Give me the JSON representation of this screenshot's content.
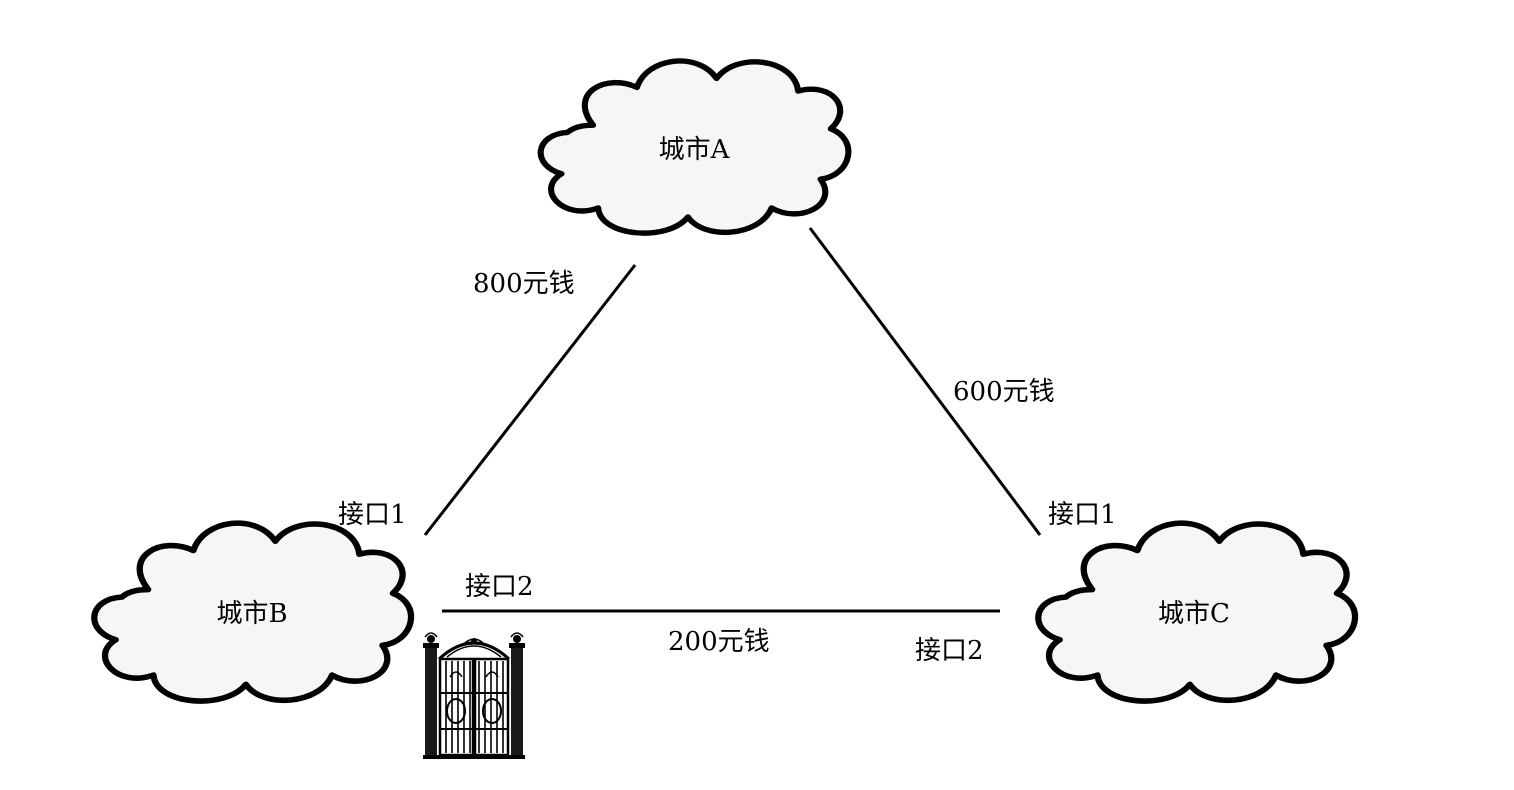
{
  "cities": {
    "a": {
      "label": "城市A"
    },
    "b": {
      "label": "城市B"
    },
    "c": {
      "label": "城市C"
    }
  },
  "links": {
    "ab": {
      "cost": "800元钱"
    },
    "ac": {
      "cost": "600元钱"
    },
    "bc": {
      "cost": "200元钱"
    }
  },
  "interfaces": {
    "b1": "接口1",
    "b2": "接口2",
    "c1": "接口1",
    "c2": "接口2"
  },
  "colors": {
    "stroke": "#000000",
    "cloud_fill": "#f6f6f6",
    "background": "#ffffff"
  },
  "icons": {
    "gate": "gate-icon"
  }
}
